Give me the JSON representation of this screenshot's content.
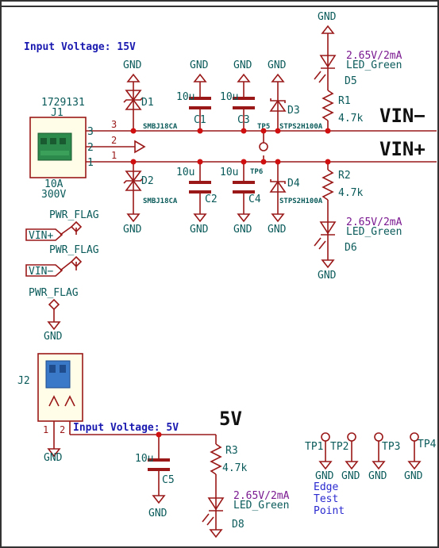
{
  "notes": {
    "input_15v": "Input Voltage: 15V",
    "input_5v": "Input Voltage: 5V",
    "net_vin_minus": "VIN−",
    "net_vin_plus": "VIN+",
    "net_5v": "5V",
    "edge_test_point": [
      "Edge",
      "Test",
      "Point"
    ]
  },
  "gnd": "GND",
  "pwr_flag": "PWR_FLAG",
  "j1": {
    "ref": "J1",
    "value": "1729131",
    "rating1": "10A",
    "rating2": "300V",
    "pins": [
      "3",
      "2",
      "1"
    ]
  },
  "j2": {
    "ref": "J2",
    "pins": [
      "1",
      "2"
    ]
  },
  "d1": {
    "ref": "D1",
    "value": "SMBJ18CA"
  },
  "d2": {
    "ref": "D2",
    "value": "SMBJ18CA"
  },
  "d3": {
    "ref": "D3",
    "value": "STPS2H100A"
  },
  "d4": {
    "ref": "D4",
    "value": "STPS2H100A"
  },
  "c1": {
    "ref": "C1",
    "value": "10u"
  },
  "c2": {
    "ref": "C2",
    "value": "10u"
  },
  "c3": {
    "ref": "C3",
    "value": "10u"
  },
  "c4": {
    "ref": "C4",
    "value": "10u"
  },
  "c5": {
    "ref": "C5",
    "value": "10u"
  },
  "r1": {
    "ref": "R1",
    "value": "4.7k"
  },
  "r2": {
    "ref": "R2",
    "value": "4.7k"
  },
  "r3": {
    "ref": "R3",
    "value": "4.7k"
  },
  "d5": {
    "ref": "D5",
    "value": "LED_Green",
    "note": "2.65V/2mA"
  },
  "d6": {
    "ref": "D6",
    "value": "LED_Green",
    "note": "2.65V/2mA"
  },
  "d8": {
    "ref": "D8",
    "value": "LED_Green",
    "note": "2.65V/2mA"
  },
  "tp": {
    "tp5": "TP5",
    "tp6": "TP6",
    "tp1": "TP1",
    "tp2": "TP2",
    "tp3": "TP3",
    "tp4": "TP4"
  },
  "labels": {
    "vin_plus": "VIN+",
    "vin_minus": "VIN−"
  }
}
